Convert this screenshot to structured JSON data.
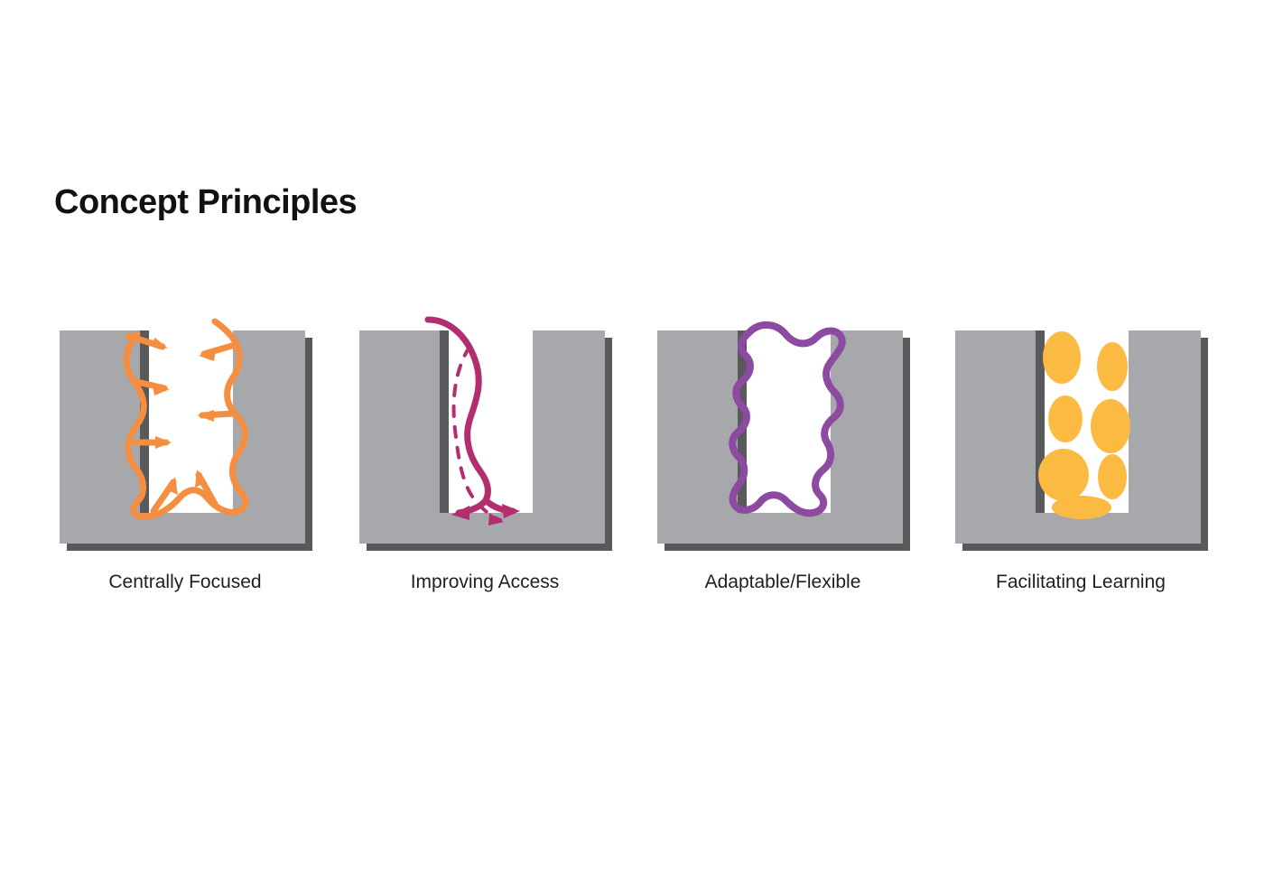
{
  "slide": {
    "title": "Concept Principles",
    "background_color": "#ffffff",
    "text_color": "#111111"
  },
  "palette": {
    "block_gray": "#A6A8AB",
    "shadow_gray": "#58595B",
    "channel_white": "#FFFFFF",
    "orange": "#F58E41",
    "magenta": "#B32E6E",
    "purple": "#8C4BA0",
    "amber": "#FBBA42"
  },
  "panels": [
    {
      "id": "centrally-focused",
      "label": "Centrally Focused",
      "accent_color": "#F58E41",
      "motif": "wavy line with arrows pointing inward and outward across the channel walls",
      "arrow_count": 6
    },
    {
      "id": "improving-access",
      "label": "Improving Access",
      "accent_color": "#B32E6E",
      "motif": "solid curved path entering from top and branching into two arrows at the bottom, with a dashed alternative path",
      "arrow_count": 3
    },
    {
      "id": "adaptable-flexible",
      "label": "Adaptable/Flexible",
      "accent_color": "#8C4BA0",
      "motif": "closed undulating blob outline that expands beyond the channel walls",
      "arrow_count": 0
    },
    {
      "id": "facilitating-learning",
      "label": "Facilitating Learning",
      "accent_color": "#FBBA42",
      "motif": "cluster of amber ellipses of varying sizes filling the channel",
      "ellipse_count": 7
    }
  ]
}
